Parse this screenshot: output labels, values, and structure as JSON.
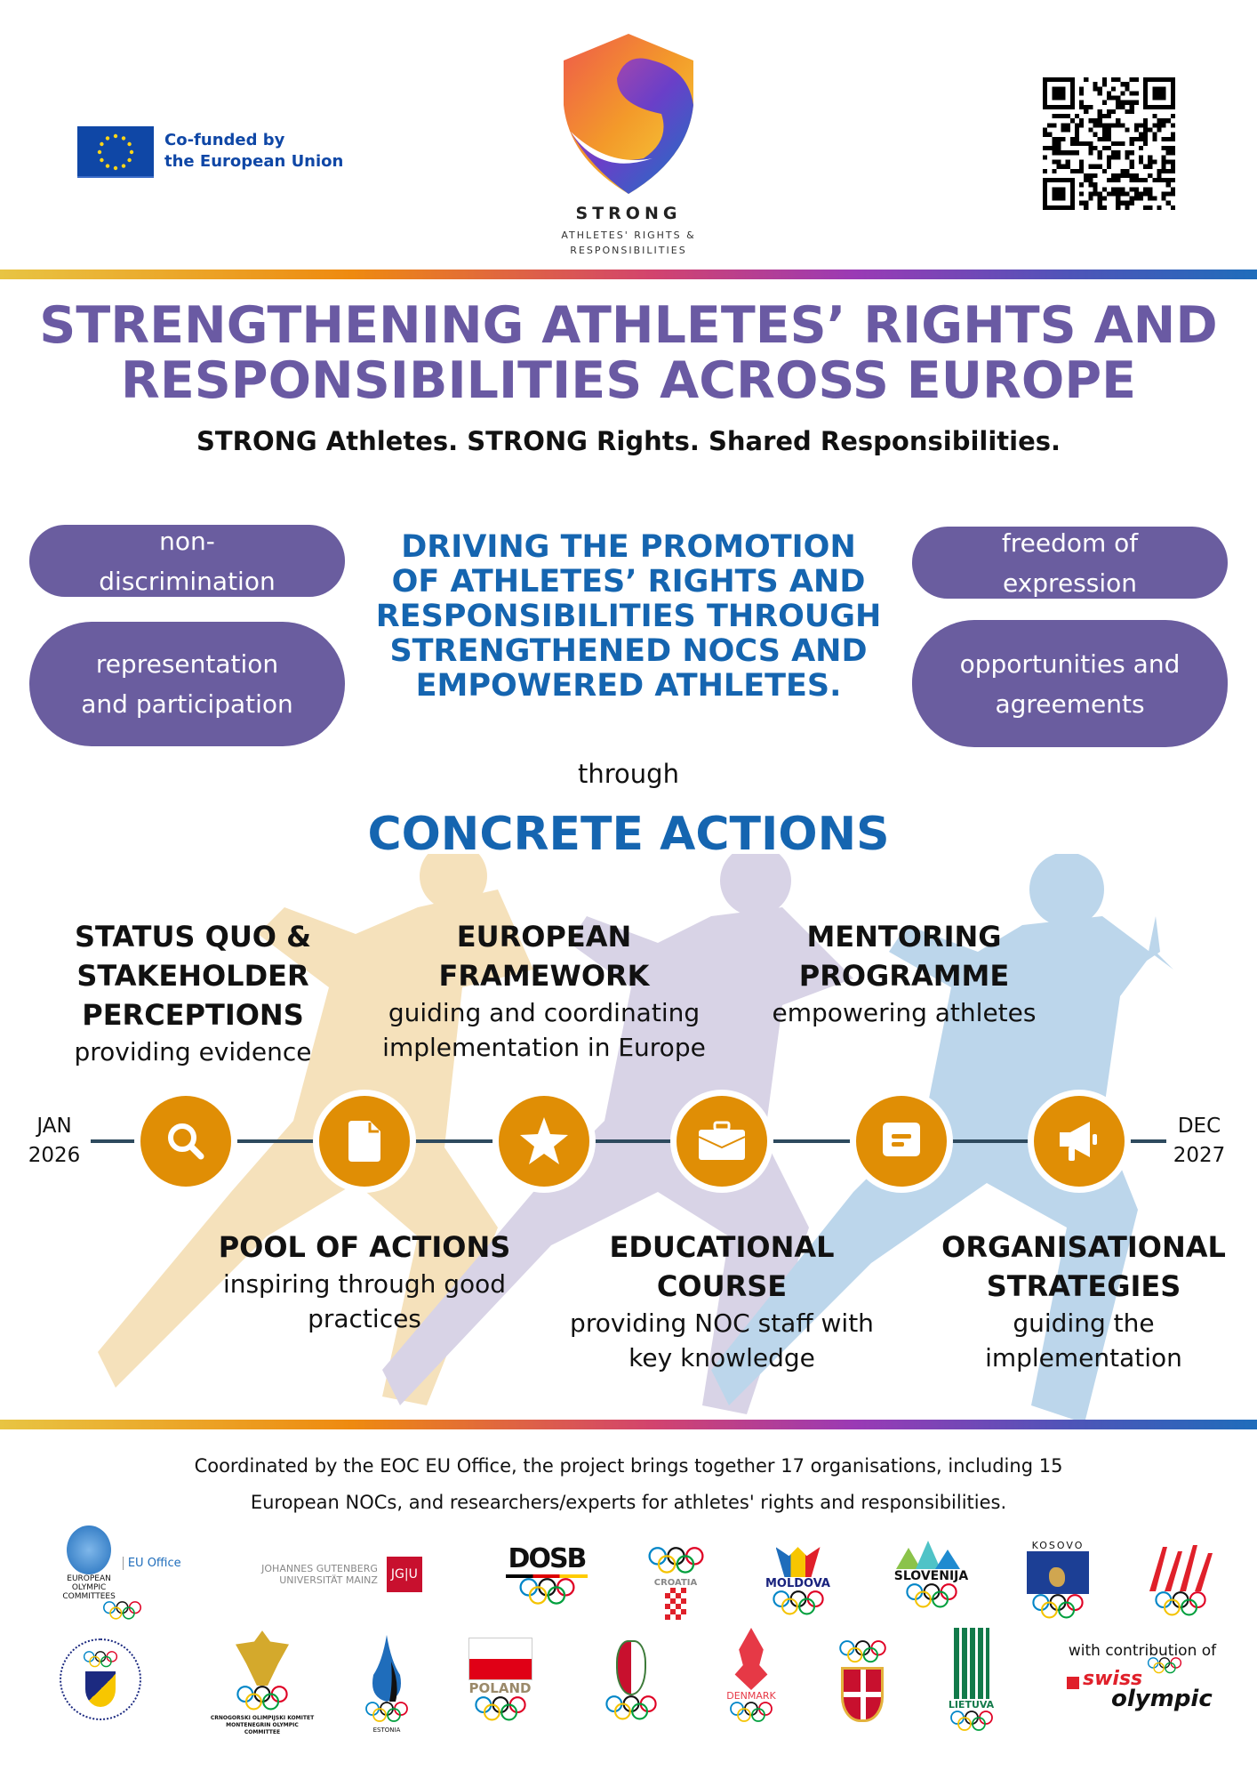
{
  "header": {
    "eu_text_line1": "Co-funded by",
    "eu_text_line2": "the European Union",
    "logo_name": "STRONG",
    "logo_sub_line1": "ATHLETES' RIGHTS &",
    "logo_sub_line2": "RESPONSIBILITIES"
  },
  "title": {
    "line1": "STRENGTHENING ATHLETES’ RIGHTS AND",
    "line2": "RESPONSIBILITIES ACROSS EUROPE",
    "tagline": "STRONG Athletes. STRONG Rights. Shared Responsibilities."
  },
  "pills": {
    "left_top": "non-\ndiscrimination",
    "left_bottom": "representation\nand participation",
    "right_top": "freedom of\nexpression",
    "right_bottom": "opportunities and\nagreements"
  },
  "mission": "DRIVING THE PROMOTION OF ATHLETES’ RIGHTS AND RESPONSIBILITIES THROUGH STRENGTHENED NOCS AND EMPOWERED ATHLETES.",
  "through": "through",
  "concrete_actions": "CONCRETE ACTIONS",
  "timeline": {
    "start_month": "JAN",
    "start_year": "2026",
    "end_month": "DEC",
    "end_year": "2027",
    "actions": [
      {
        "title": "STATUS QUO &\nSTAKEHOLDER\nPERCEPTIONS",
        "subtitle": "providing evidence",
        "icon": "search-icon"
      },
      {
        "title": "POOL OF ACTIONS",
        "subtitle": "inspiring through good\npractices",
        "icon": "document-icon"
      },
      {
        "title": "EUROPEAN\nFRAMEWORK",
        "subtitle": "guiding and coordinating\nimplementation in Europe",
        "icon": "star-icon"
      },
      {
        "title": "EDUCATIONAL\nCOURSE",
        "subtitle": "providing NOC staff with\nkey knowledge",
        "icon": "briefcase-icon"
      },
      {
        "title": "MENTORING\nPROGRAMME",
        "subtitle": "empowering athletes",
        "icon": "chat-icon"
      },
      {
        "title": "ORGANISATIONAL\nSTRATEGIES",
        "subtitle": "guiding the\nimplementation",
        "icon": "megaphone-icon"
      }
    ]
  },
  "footer": {
    "coordination_text_line1": "Coordinated by the EOC EU Office, the project brings together 17 organisations, including 15",
    "coordination_text_line2": "European NOCs, and researchers/experts for athletes' rights and responsibilities.",
    "logos_row1": [
      {
        "text": "EUROPEAN\nOLYMPIC\nCOMMITTEES",
        "extra": "EU Office"
      },
      {
        "text": "JOHANNES GUTENBERG\nUNIVERSITÄT MAINZ",
        "extra": "JG|U"
      },
      {
        "text": "DOSB",
        "extra": ""
      },
      {
        "text": "CROATIA",
        "extra": ""
      },
      {
        "text": "MOLDOVA",
        "extra": ""
      },
      {
        "text": "SLOVENIJA",
        "extra": ""
      },
      {
        "text": "KOSOVO",
        "extra": ""
      },
      {
        "text": "",
        "extra": ""
      }
    ],
    "logos_row2": [
      {
        "text": "",
        "extra": ""
      },
      {
        "text": "CRNOGORSKI OLIMPIJSKI KOMITET\nMONTENEGRIN OLYMPIC COMMITTEE",
        "extra": ""
      },
      {
        "text": "ESTONIA",
        "extra": ""
      },
      {
        "text": "POLAND",
        "extra": ""
      },
      {
        "text": "",
        "extra": ""
      },
      {
        "text": "DENMARK",
        "extra": ""
      },
      {
        "text": "",
        "extra": ""
      },
      {
        "text": "LIETUVA",
        "extra": ""
      }
    ],
    "contribution_label": "with contribution of",
    "swiss_olympic_swiss": "swiss",
    "swiss_olympic_olympic": "olympic"
  },
  "colors": {
    "purple": "#6a5d9f",
    "blue": "#1565b0",
    "orange": "#e08e05",
    "dark_line": "#2e4a5e"
  }
}
